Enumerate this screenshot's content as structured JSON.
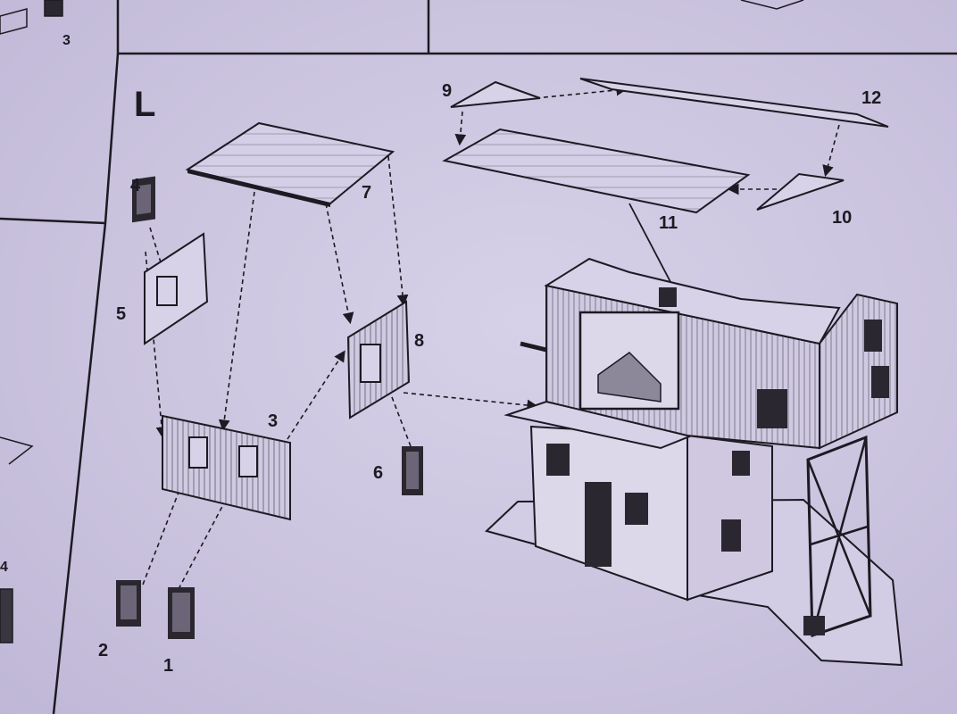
{
  "step": {
    "letter": "L",
    "top_left_label": "3",
    "left_edge_label": "4"
  },
  "parts": [
    {
      "number": "1"
    },
    {
      "number": "2"
    },
    {
      "number": "3"
    },
    {
      "number": "4"
    },
    {
      "number": "5"
    },
    {
      "number": "6"
    },
    {
      "number": "7"
    },
    {
      "number": "8"
    },
    {
      "number": "9"
    },
    {
      "number": "10"
    },
    {
      "number": "11"
    },
    {
      "number": "12"
    }
  ],
  "colors": {
    "paper": "#cfc8e2",
    "ink": "#1c1a22",
    "model_fill": "#d8d2e8"
  }
}
